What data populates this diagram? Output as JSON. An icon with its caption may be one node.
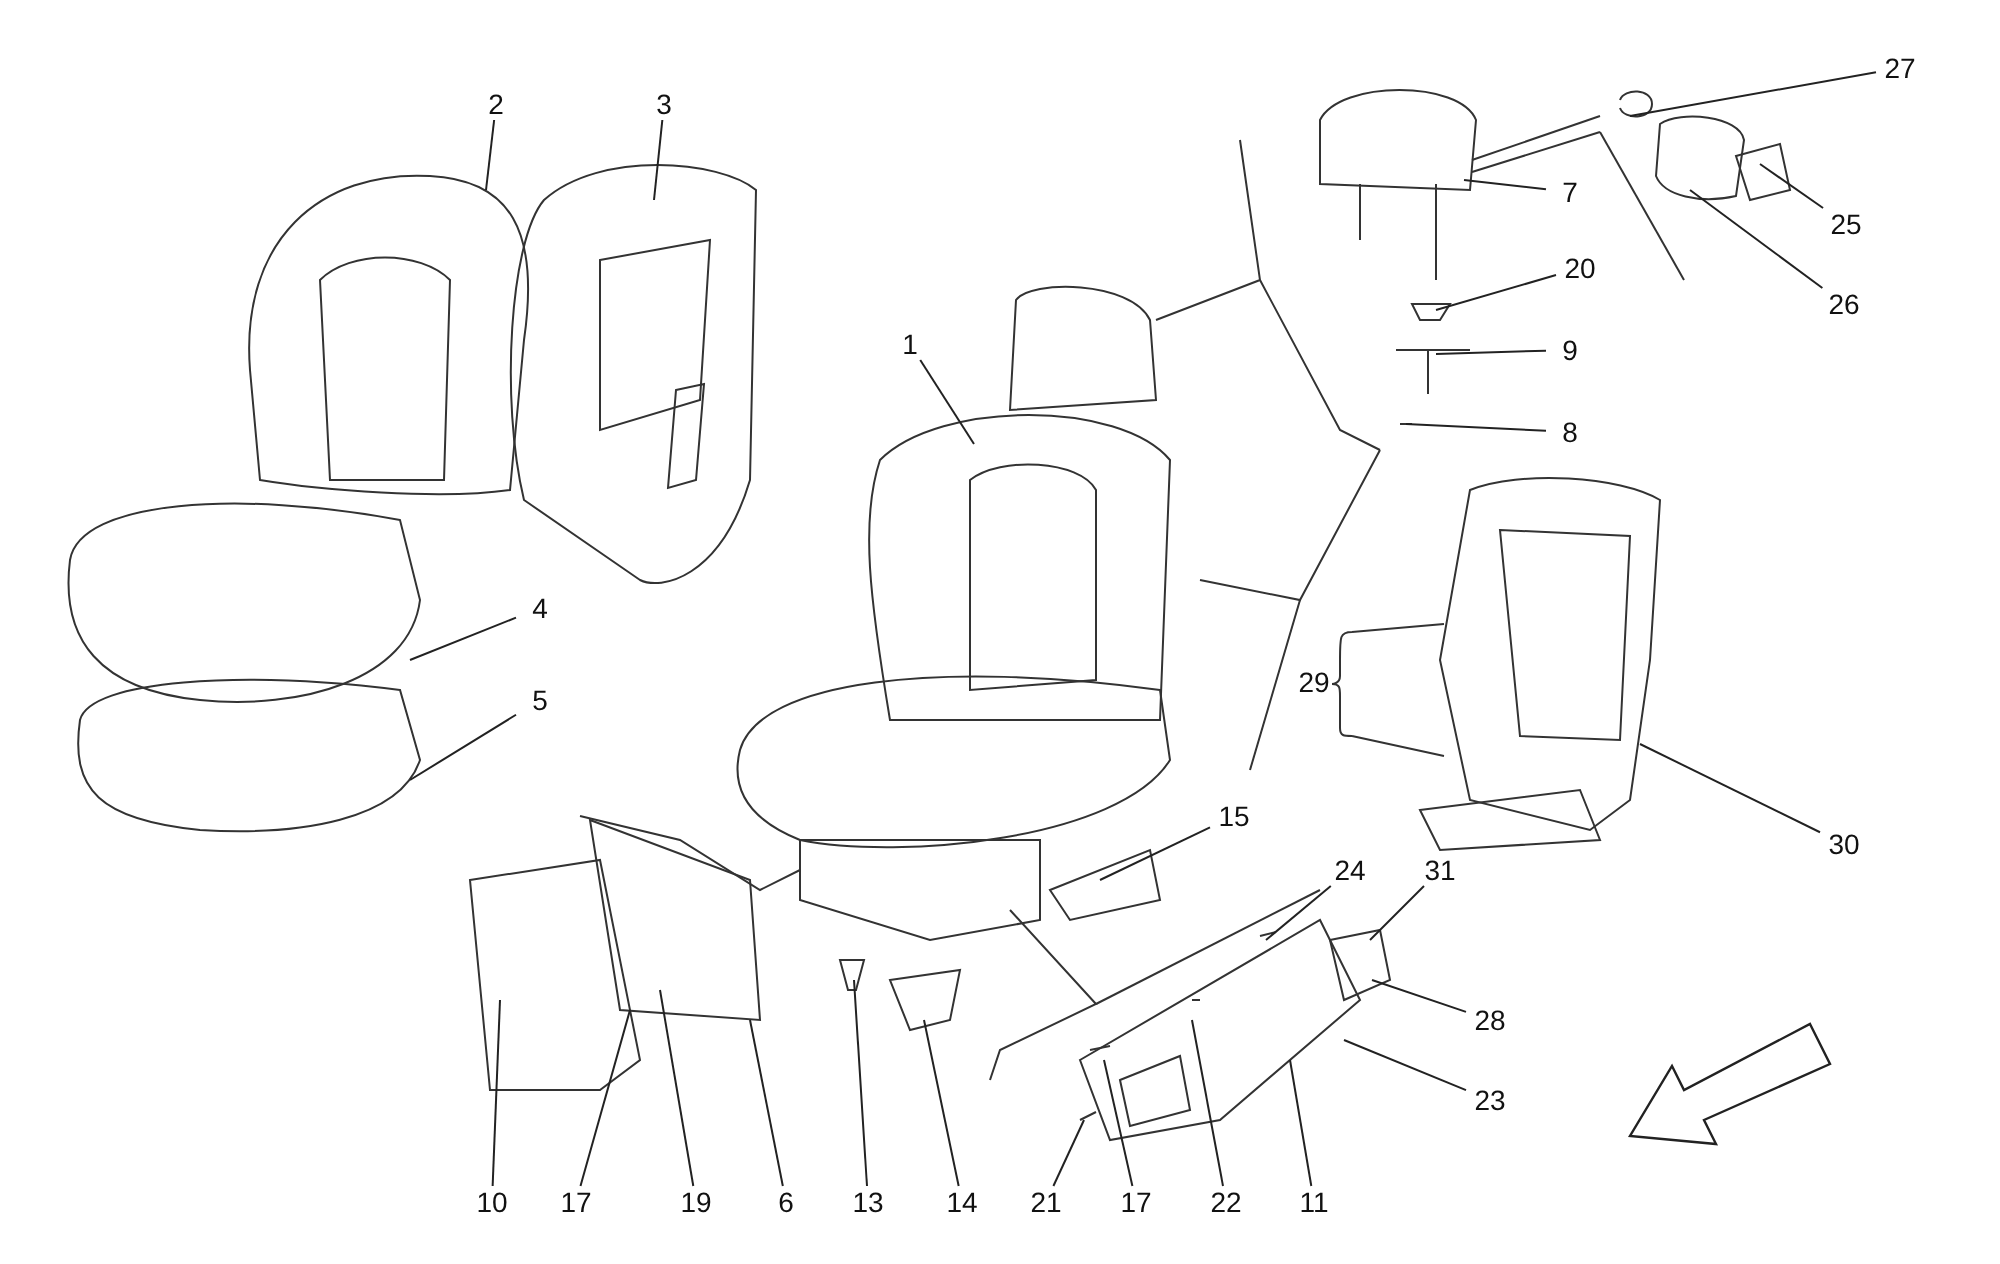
{
  "diagram": {
    "nodes": [
      {
        "text": [
          "2"
        ]
      },
      {
        "text": [
          "3"
        ]
      },
      {
        "text": [
          "1"
        ]
      },
      {
        "text": [
          "27"
        ]
      },
      {
        "text": [
          "7"
        ]
      },
      {
        "text": [
          "20"
        ]
      },
      {
        "text": [
          "9"
        ]
      },
      {
        "text": [
          "8"
        ]
      },
      {
        "text": [
          "25"
        ]
      },
      {
        "text": [
          "26"
        ]
      },
      {
        "text": [
          "4"
        ]
      },
      {
        "text": [
          "5"
        ]
      },
      {
        "text": [
          "29"
        ]
      },
      {
        "text": [
          "30"
        ]
      },
      {
        "text": [
          "15"
        ]
      },
      {
        "text": [
          "24"
        ]
      },
      {
        "text": [
          "31"
        ]
      },
      {
        "text": [
          "28"
        ]
      },
      {
        "text": [
          "23"
        ]
      },
      {
        "text": [
          "10"
        ]
      },
      {
        "text": [
          "17"
        ]
      },
      {
        "text": [
          "19"
        ]
      },
      {
        "text": [
          "6"
        ]
      },
      {
        "text": [
          "13"
        ]
      },
      {
        "text": [
          "14"
        ]
      },
      {
        "text": [
          "21"
        ]
      },
      {
        "text": [
          "17"
        ]
      },
      {
        "text": [
          "22"
        ]
      },
      {
        "text": [
          "11"
        ]
      }
    ],
    "edges": [
      {
        "from": 0,
        "to": null,
        "arrow": "none"
      },
      {
        "from": 1,
        "to": null,
        "arrow": "none"
      },
      {
        "from": 2,
        "to": null,
        "arrow": "none"
      },
      {
        "from": 3,
        "to": null,
        "arrow": "none"
      },
      {
        "from": 4,
        "to": null,
        "arrow": "none"
      },
      {
        "from": 5,
        "to": null,
        "arrow": "none"
      },
      {
        "from": 6,
        "to": null,
        "arrow": "none"
      },
      {
        "from": 7,
        "to": null,
        "arrow": "none"
      },
      {
        "from": 8,
        "to": null,
        "arrow": "none"
      },
      {
        "from": 9,
        "to": null,
        "arrow": "none"
      },
      {
        "from": 10,
        "to": null,
        "arrow": "none"
      },
      {
        "from": 11,
        "to": null,
        "arrow": "none"
      },
      {
        "from": 13,
        "to": null,
        "arrow": "none"
      },
      {
        "from": 14,
        "to": null,
        "arrow": "none"
      },
      {
        "from": 15,
        "to": null,
        "arrow": "none"
      },
      {
        "from": 16,
        "to": null,
        "arrow": "none"
      },
      {
        "from": 17,
        "to": null,
        "arrow": "none"
      },
      {
        "from": 18,
        "to": null,
        "arrow": "none"
      },
      {
        "from": 19,
        "to": null,
        "arrow": "none"
      },
      {
        "from": 20,
        "to": null,
        "arrow": "none"
      },
      {
        "from": 21,
        "to": null,
        "arrow": "none"
      },
      {
        "from": 22,
        "to": null,
        "arrow": "none"
      },
      {
        "from": 23,
        "to": null,
        "arrow": "none"
      },
      {
        "from": 24,
        "to": null,
        "arrow": "none"
      },
      {
        "from": 25,
        "to": null,
        "arrow": "none"
      },
      {
        "from": 26,
        "to": null,
        "arrow": "none"
      },
      {
        "from": 27,
        "to": null,
        "arrow": "none"
      },
      {
        "from": 28,
        "to": null,
        "arrow": "none"
      }
    ]
  }
}
